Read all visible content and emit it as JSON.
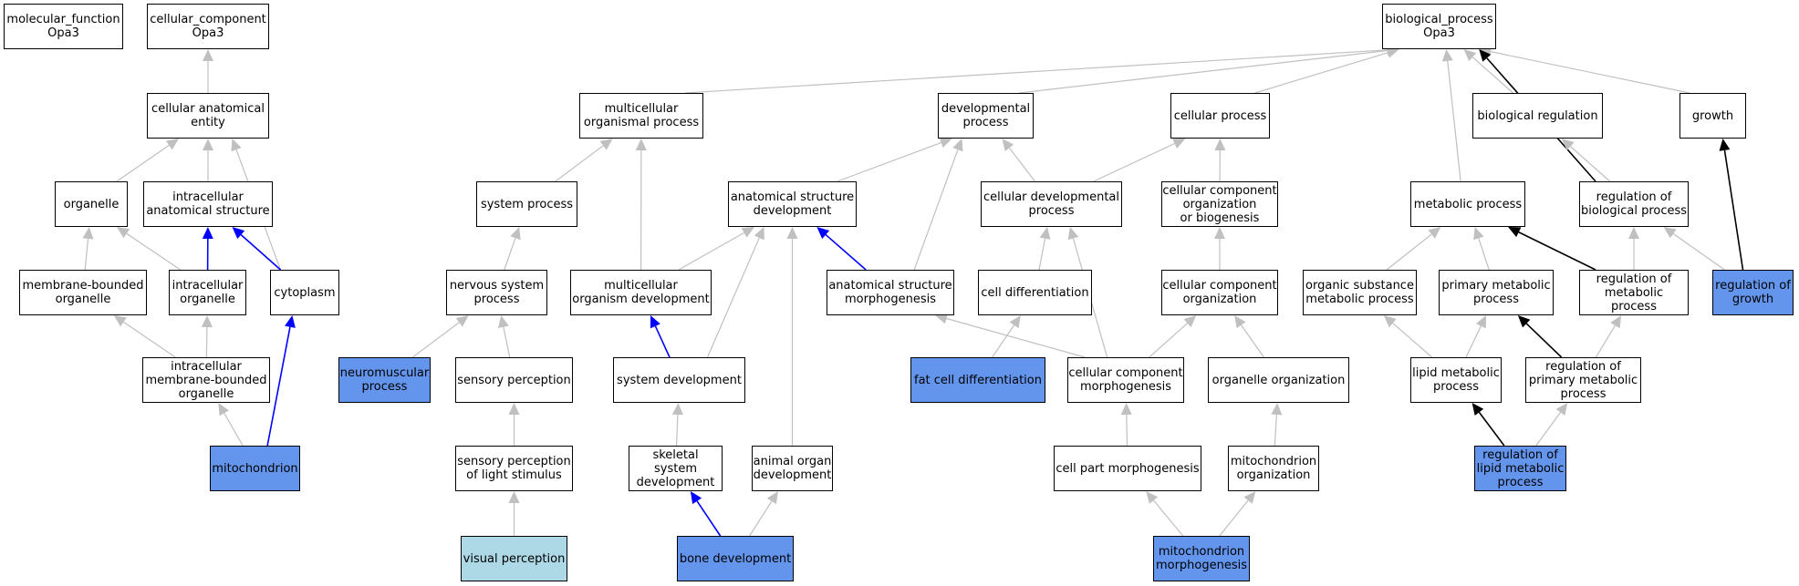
{
  "colors": {
    "default_fill": "#ffffff",
    "highlight_fill": "#6495ed",
    "light_fill": "#add8e6",
    "edge_gray": "#c0c0c0",
    "edge_blue": "#0000ff",
    "edge_black": "#000000"
  },
  "nodes": [
    {
      "id": "molecular_function",
      "label": "molecular_function\nOpa3",
      "fill": "default"
    },
    {
      "id": "cellular_component",
      "label": "cellular_component\nOpa3",
      "fill": "default"
    },
    {
      "id": "biological_process",
      "label": "biological_process\nOpa3",
      "fill": "default"
    },
    {
      "id": "cellular_anatomical_entity",
      "label": "cellular anatomical\nentity",
      "fill": "default"
    },
    {
      "id": "multicellular_organismal_process",
      "label": "multicellular\norganismal process",
      "fill": "default"
    },
    {
      "id": "developmental_process",
      "label": "developmental\nprocess",
      "fill": "default"
    },
    {
      "id": "cellular_process",
      "label": "cellular process",
      "fill": "default"
    },
    {
      "id": "biological_regulation",
      "label": "biological regulation",
      "fill": "default"
    },
    {
      "id": "growth",
      "label": "growth",
      "fill": "default"
    },
    {
      "id": "organelle",
      "label": "organelle",
      "fill": "default"
    },
    {
      "id": "intracellular_anatomical_structure",
      "label": "intracellular\nanatomical structure",
      "fill": "default"
    },
    {
      "id": "system_process",
      "label": "system process",
      "fill": "default"
    },
    {
      "id": "anatomical_structure_development",
      "label": "anatomical structure\ndevelopment",
      "fill": "default"
    },
    {
      "id": "cellular_developmental_process",
      "label": "cellular developmental\nprocess",
      "fill": "default"
    },
    {
      "id": "cellular_component_organization_or_biogenesis",
      "label": "cellular component\norganization\nor biogenesis",
      "fill": "default"
    },
    {
      "id": "metabolic_process",
      "label": "metabolic process",
      "fill": "default"
    },
    {
      "id": "regulation_of_biological_process",
      "label": "regulation of\nbiological process",
      "fill": "default"
    },
    {
      "id": "membrane_bounded_organelle",
      "label": "membrane-bounded\norganelle",
      "fill": "default"
    },
    {
      "id": "intracellular_organelle",
      "label": "intracellular\norganelle",
      "fill": "default"
    },
    {
      "id": "cytoplasm",
      "label": "cytoplasm",
      "fill": "default"
    },
    {
      "id": "nervous_system_process",
      "label": "nervous system\nprocess",
      "fill": "default"
    },
    {
      "id": "multicellular_organism_development",
      "label": "multicellular\norganism development",
      "fill": "default"
    },
    {
      "id": "anatomical_structure_morphogenesis",
      "label": "anatomical structure\nmorphogenesis",
      "fill": "default"
    },
    {
      "id": "cell_differentiation",
      "label": "cell differentiation",
      "fill": "default"
    },
    {
      "id": "cellular_component_organization",
      "label": "cellular component\norganization",
      "fill": "default"
    },
    {
      "id": "organic_substance_metabolic_process",
      "label": "organic substance\nmetabolic process",
      "fill": "default"
    },
    {
      "id": "primary_metabolic_process",
      "label": "primary metabolic\nprocess",
      "fill": "default"
    },
    {
      "id": "regulation_of_metabolic_process",
      "label": "regulation of\nmetabolic process",
      "fill": "default"
    },
    {
      "id": "regulation_of_growth",
      "label": "regulation of\ngrowth",
      "fill": "highlight"
    },
    {
      "id": "intracellular_membrane_bounded_organelle",
      "label": "intracellular\nmembrane-bounded\norganelle",
      "fill": "default"
    },
    {
      "id": "neuromuscular_process",
      "label": "neuromuscular\nprocess",
      "fill": "highlight"
    },
    {
      "id": "sensory_perception",
      "label": "sensory perception",
      "fill": "default"
    },
    {
      "id": "system_development",
      "label": "system development",
      "fill": "default"
    },
    {
      "id": "fat_cell_differentiation",
      "label": "fat cell differentiation",
      "fill": "highlight"
    },
    {
      "id": "cellular_component_morphogenesis",
      "label": "cellular component\nmorphogenesis",
      "fill": "default"
    },
    {
      "id": "organelle_organization",
      "label": "organelle organization",
      "fill": "default"
    },
    {
      "id": "lipid_metabolic_process",
      "label": "lipid metabolic\nprocess",
      "fill": "default"
    },
    {
      "id": "regulation_of_primary_metabolic_process",
      "label": "regulation of\nprimary metabolic\nprocess",
      "fill": "default"
    },
    {
      "id": "mitochondrion",
      "label": "mitochondrion",
      "fill": "highlight"
    },
    {
      "id": "sensory_perception_of_light_stimulus",
      "label": "sensory perception\nof light stimulus",
      "fill": "default"
    },
    {
      "id": "skeletal_system_development",
      "label": "skeletal system\ndevelopment",
      "fill": "default"
    },
    {
      "id": "animal_organ_development",
      "label": "animal organ\ndevelopment",
      "fill": "default"
    },
    {
      "id": "cell_part_morphogenesis",
      "label": "cell part morphogenesis",
      "fill": "default"
    },
    {
      "id": "mitochondrion_organization",
      "label": "mitochondrion\norganization",
      "fill": "default"
    },
    {
      "id": "regulation_of_lipid_metabolic_process",
      "label": "regulation of\nlipid metabolic\nprocess",
      "fill": "highlight"
    },
    {
      "id": "visual_perception",
      "label": "visual perception",
      "fill": "light"
    },
    {
      "id": "bone_development",
      "label": "bone development",
      "fill": "highlight"
    },
    {
      "id": "mitochondrion_morphogenesis",
      "label": "mitochondrion\nmorphogenesis",
      "fill": "highlight"
    }
  ],
  "edges": [
    {
      "from": "cellular_anatomical_entity",
      "to": "cellular_component",
      "type": "gray"
    },
    {
      "from": "organelle",
      "to": "cellular_anatomical_entity",
      "type": "gray"
    },
    {
      "from": "intracellular_anatomical_structure",
      "to": "cellular_anatomical_entity",
      "type": "gray"
    },
    {
      "from": "cytoplasm",
      "to": "cellular_anatomical_entity",
      "type": "gray"
    },
    {
      "from": "membrane_bounded_organelle",
      "to": "organelle",
      "type": "gray"
    },
    {
      "from": "intracellular_organelle",
      "to": "organelle",
      "type": "gray"
    },
    {
      "from": "intracellular_organelle",
      "to": "intracellular_anatomical_structure",
      "type": "blue"
    },
    {
      "from": "cytoplasm",
      "to": "intracellular_anatomical_structure",
      "type": "blue"
    },
    {
      "from": "intracellular_membrane_bounded_organelle",
      "to": "membrane_bounded_organelle",
      "type": "gray"
    },
    {
      "from": "intracellular_membrane_bounded_organelle",
      "to": "intracellular_organelle",
      "type": "gray"
    },
    {
      "from": "mitochondrion",
      "to": "intracellular_membrane_bounded_organelle",
      "type": "gray"
    },
    {
      "from": "mitochondrion",
      "to": "cytoplasm",
      "type": "blue"
    },
    {
      "from": "multicellular_organismal_process",
      "to": "biological_process",
      "type": "gray"
    },
    {
      "from": "developmental_process",
      "to": "biological_process",
      "type": "gray"
    },
    {
      "from": "cellular_process",
      "to": "biological_process",
      "type": "gray"
    },
    {
      "from": "metabolic_process",
      "to": "biological_process",
      "type": "gray"
    },
    {
      "from": "biological_regulation",
      "to": "biological_process",
      "type": "gray"
    },
    {
      "from": "growth",
      "to": "biological_process",
      "type": "gray"
    },
    {
      "from": "regulation_of_biological_process",
      "to": "biological_process",
      "type": "black"
    },
    {
      "from": "system_process",
      "to": "multicellular_organismal_process",
      "type": "gray"
    },
    {
      "from": "anatomical_structure_development",
      "to": "developmental_process",
      "type": "gray"
    },
    {
      "from": "cellular_developmental_process",
      "to": "developmental_process",
      "type": "gray"
    },
    {
      "from": "anatomical_structure_morphogenesis",
      "to": "developmental_process",
      "type": "gray"
    },
    {
      "from": "cellular_developmental_process",
      "to": "cellular_process",
      "type": "gray"
    },
    {
      "from": "cellular_component_organization_or_biogenesis",
      "to": "cellular_process",
      "type": "gray"
    },
    {
      "from": "regulation_of_biological_process",
      "to": "biological_regulation",
      "type": "gray"
    },
    {
      "from": "regulation_of_growth",
      "to": "growth",
      "type": "black"
    },
    {
      "from": "nervous_system_process",
      "to": "system_process",
      "type": "gray"
    },
    {
      "from": "multicellular_organism_development",
      "to": "multicellular_organismal_process",
      "type": "gray"
    },
    {
      "from": "multicellular_organism_development",
      "to": "anatomical_structure_development",
      "type": "gray"
    },
    {
      "from": "anatomical_structure_morphogenesis",
      "to": "anatomical_structure_development",
      "type": "blue"
    },
    {
      "from": "cell_differentiation",
      "to": "cellular_developmental_process",
      "type": "gray"
    },
    {
      "from": "cellular_component_morphogenesis",
      "to": "cellular_developmental_process",
      "type": "gray"
    },
    {
      "from": "cellular_component_organization",
      "to": "cellular_component_organization_or_biogenesis",
      "type": "gray"
    },
    {
      "from": "organic_substance_metabolic_process",
      "to": "metabolic_process",
      "type": "gray"
    },
    {
      "from": "primary_metabolic_process",
      "to": "metabolic_process",
      "type": "gray"
    },
    {
      "from": "regulation_of_metabolic_process",
      "to": "metabolic_process",
      "type": "black"
    },
    {
      "from": "regulation_of_metabolic_process",
      "to": "regulation_of_biological_process",
      "type": "gray"
    },
    {
      "from": "regulation_of_growth",
      "to": "regulation_of_biological_process",
      "type": "gray"
    },
    {
      "from": "neuromuscular_process",
      "to": "nervous_system_process",
      "type": "gray"
    },
    {
      "from": "sensory_perception",
      "to": "nervous_system_process",
      "type": "gray"
    },
    {
      "from": "system_development",
      "to": "multicellular_organism_development",
      "type": "blue"
    },
    {
      "from": "system_development",
      "to": "anatomical_structure_development",
      "type": "gray"
    },
    {
      "from": "animal_organ_development",
      "to": "anatomical_structure_development",
      "type": "gray"
    },
    {
      "from": "fat_cell_differentiation",
      "to": "cell_differentiation",
      "type": "gray"
    },
    {
      "from": "cellular_component_morphogenesis",
      "to": "anatomical_structure_morphogenesis",
      "type": "gray"
    },
    {
      "from": "cellular_component_morphogenesis",
      "to": "cellular_component_organization",
      "type": "gray"
    },
    {
      "from": "organelle_organization",
      "to": "cellular_component_organization",
      "type": "gray"
    },
    {
      "from": "lipid_metabolic_process",
      "to": "organic_substance_metabolic_process",
      "type": "gray"
    },
    {
      "from": "lipid_metabolic_process",
      "to": "primary_metabolic_process",
      "type": "gray"
    },
    {
      "from": "regulation_of_primary_metabolic_process",
      "to": "primary_metabolic_process",
      "type": "black"
    },
    {
      "from": "regulation_of_primary_metabolic_process",
      "to": "regulation_of_metabolic_process",
      "type": "gray"
    },
    {
      "from": "sensory_perception_of_light_stimulus",
      "to": "sensory_perception",
      "type": "gray"
    },
    {
      "from": "skeletal_system_development",
      "to": "system_development",
      "type": "gray"
    },
    {
      "from": "cell_part_morphogenesis",
      "to": "cellular_component_morphogenesis",
      "type": "gray"
    },
    {
      "from": "mitochondrion_organization",
      "to": "organelle_organization",
      "type": "gray"
    },
    {
      "from": "regulation_of_lipid_metabolic_process",
      "to": "lipid_metabolic_process",
      "type": "black"
    },
    {
      "from": "regulation_of_lipid_metabolic_process",
      "to": "regulation_of_primary_metabolic_process",
      "type": "gray"
    },
    {
      "from": "visual_perception",
      "to": "sensory_perception_of_light_stimulus",
      "type": "gray"
    },
    {
      "from": "bone_development",
      "to": "skeletal_system_development",
      "type": "blue"
    },
    {
      "from": "bone_development",
      "to": "animal_organ_development",
      "type": "gray"
    },
    {
      "from": "mitochondrion_morphogenesis",
      "to": "cell_part_morphogenesis",
      "type": "gray"
    },
    {
      "from": "mitochondrion_morphogenesis",
      "to": "mitochondrion_organization",
      "type": "gray"
    }
  ]
}
